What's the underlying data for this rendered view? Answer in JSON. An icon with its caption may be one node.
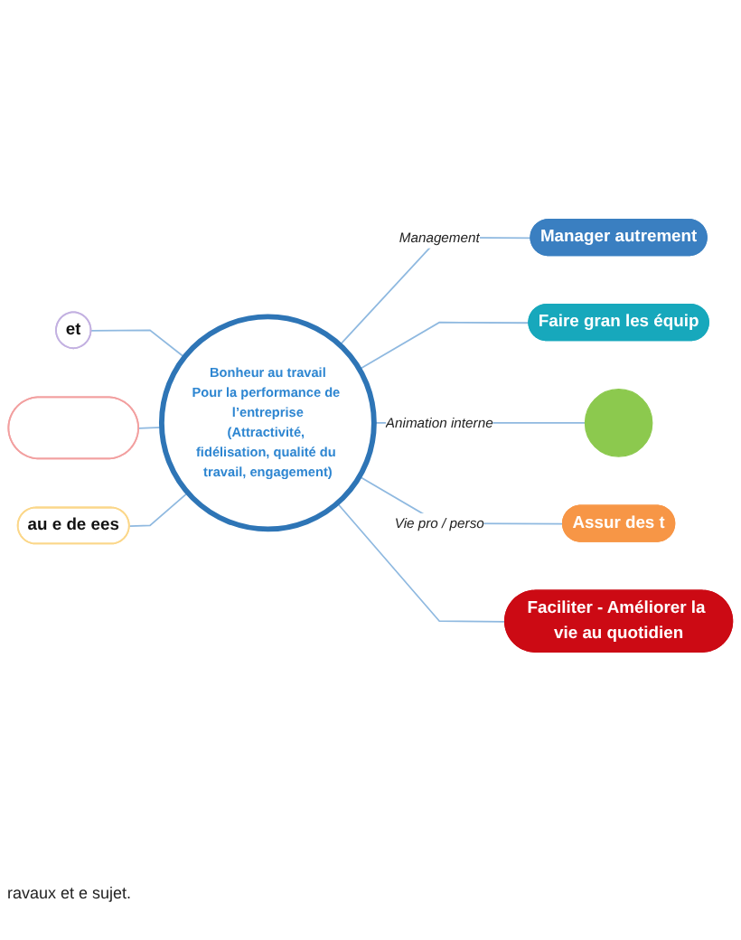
{
  "diagram": {
    "nodes": [
      {
        "text": [
          "Manager autrement"
        ]
      },
      {
        "text": [
          "et"
        ]
      },
      {
        "text": [
          "Faire gran les équip"
        ]
      },
      {
        "text": [
          "Bonheur au travail",
          "Pour la performance de l’entreprise",
          "(Attractivité, fidélisation, qualité du travail, engagement)"
        ]
      },
      {
        "text": [],
        "shape": "ellipse"
      },
      {
        "text": [],
        "shape": "circle"
      },
      {
        "text": [
          "au e de ees"
        ]
      },
      {
        "text": [
          "Assur des t"
        ]
      },
      {
        "text": [
          "Faciliter - Améliorer la vie au quotidien"
        ]
      }
    ],
    "edges": [
      {
        "from": 3,
        "to": 0,
        "arrow": "none",
        "label": "Management"
      },
      {
        "from": 3,
        "to": 2,
        "arrow": "none"
      },
      {
        "from": 1,
        "to": 3,
        "arrow": "none"
      },
      {
        "from": 4,
        "to": 3,
        "arrow": "none"
      },
      {
        "from": 3,
        "to": 5,
        "arrow": "none",
        "label": "Animation interne"
      },
      {
        "from": 6,
        "to": 3,
        "arrow": "none"
      },
      {
        "from": 3,
        "to": 7,
        "arrow": "none",
        "label": "Vie pro / perso"
      },
      {
        "from": 3,
        "to": 8,
        "arrow": "none"
      }
    ],
    "labels": [
      "ravaux et e sujet."
    ]
  }
}
